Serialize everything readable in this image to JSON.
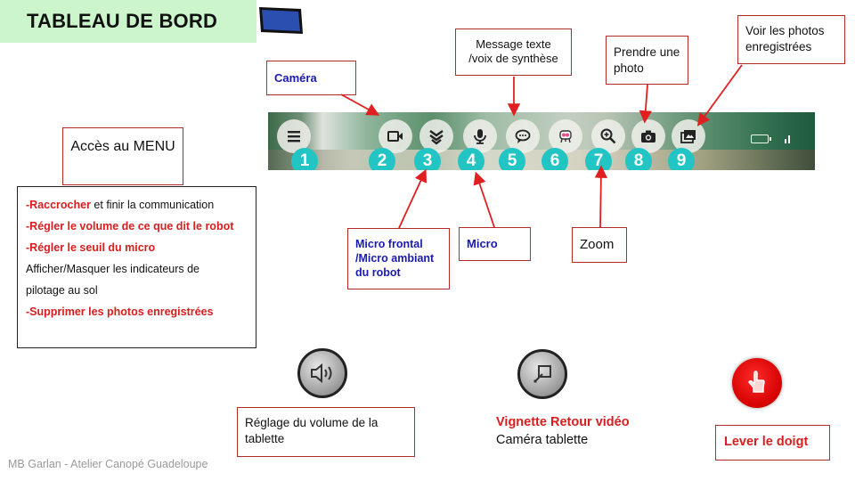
{
  "header": {
    "title": "TABLEAU DE BORD",
    "icon": "tablet-icon"
  },
  "toolbar": {
    "buttons": [
      {
        "number": "1",
        "icon": "menu-icon",
        "label": "Accès au MENU"
      },
      {
        "number": "2",
        "icon": "video-camera-icon",
        "label": "Caméra"
      },
      {
        "number": "3",
        "icon": "chevrons-down-icon",
        "label": "Micro frontal /Micro ambiant du robot"
      },
      {
        "number": "4",
        "icon": "microphone-icon",
        "label": "Micro"
      },
      {
        "number": "5",
        "icon": "chat-bubble-icon",
        "label": "Message texte /voix de synthèse"
      },
      {
        "number": "6",
        "icon": "robot-face-icon",
        "label": ""
      },
      {
        "number": "7",
        "icon": "zoom-in-icon",
        "label": "Zoom"
      },
      {
        "number": "8",
        "icon": "photo-camera-icon",
        "label": "Prendre une photo"
      },
      {
        "number": "9",
        "icon": "photo-gallery-icon",
        "label": "Voir les photos enregistrées"
      }
    ],
    "status_icons": [
      "battery-icon",
      "signal-icon"
    ]
  },
  "callouts": {
    "menu": "Accès au MENU",
    "camera": "Caméra",
    "message": "Message texte /voix de synthèse",
    "take_photo": "Prendre une photo",
    "view_photos": "Voir les photos enregistrées",
    "micro_frontal": "Micro frontal /Micro ambiant du robot",
    "micro": "Micro",
    "zoom": "Zoom"
  },
  "menu_items": [
    {
      "bold": "-Raccrocher",
      "rest": " et finir la communication"
    },
    {
      "bold": "-Régler le volume de ce que dit le robot",
      "rest": ""
    },
    {
      "bold": "-Régler le seuil du micro",
      "rest": ""
    },
    {
      "bold": "",
      "rest": "Afficher/Masquer les indicateurs de pilotage au sol"
    },
    {
      "bold": "-Supprimer les photos enregistrées",
      "rest": ""
    }
  ],
  "bottom": {
    "volume_label": "Réglage du volume de la tablette",
    "vignette_title": "Vignette Retour vidéo",
    "vignette_sub": "Caméra tablette",
    "raise_finger": "Lever  le doigt"
  },
  "footer": "MB Garlan - Atelier Canopé Guadeloupe",
  "colors": {
    "accent_red": "#d81e1e",
    "badge_teal": "#22c4c4",
    "label_blue": "#1a1ab0",
    "title_bg": "#ccf5cc",
    "callout_border": "#b22a2a"
  }
}
